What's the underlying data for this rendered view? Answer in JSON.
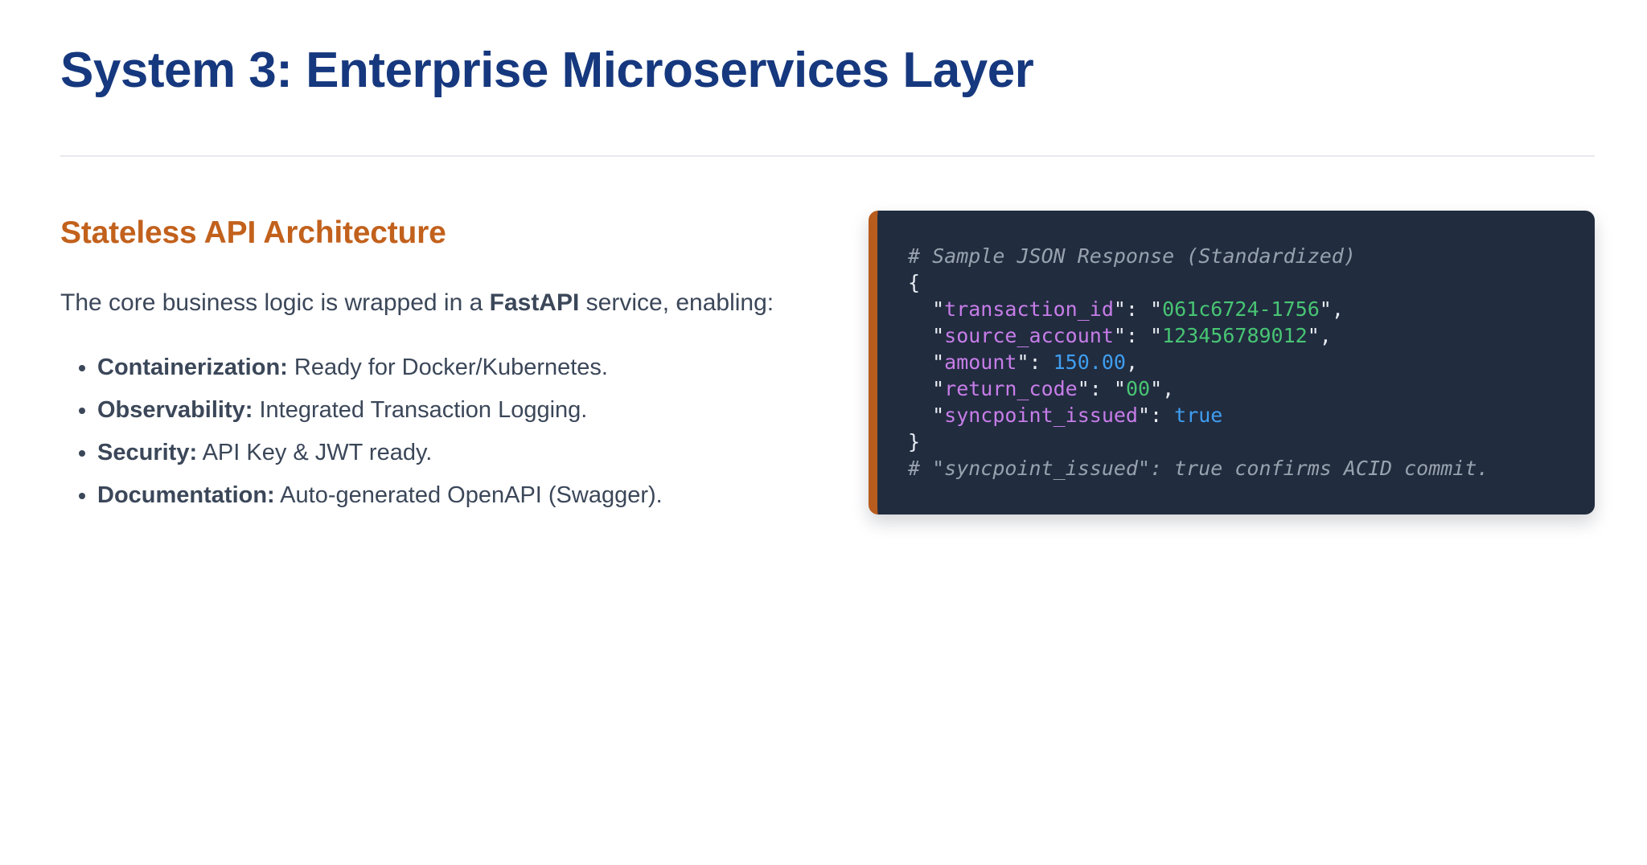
{
  "page": {
    "title": "System 3: Enterprise Microservices Layer"
  },
  "content": {
    "heading": "Stateless API Architecture",
    "intro": {
      "prefix": "The core business logic is wrapped in a ",
      "bold": "FastAPI",
      "suffix": " service, enabling:"
    },
    "bullets": [
      {
        "label": "Containerization:",
        "text": " Ready for Docker/Kubernetes."
      },
      {
        "label": "Observability:",
        "text": " Integrated Transaction Logging."
      },
      {
        "label": "Security:",
        "text": " API Key & JWT ready."
      },
      {
        "label": "Documentation:",
        "text": " Auto-generated OpenAPI (Swagger)."
      }
    ]
  },
  "code": {
    "lines": [
      [
        [
          "comment",
          "# Sample JSON Response (Standardized)"
        ]
      ],
      [
        [
          "punct",
          "{"
        ]
      ],
      [
        [
          "punct",
          "  \""
        ],
        [
          "key",
          "transaction_id"
        ],
        [
          "punct",
          "\": \""
        ],
        [
          "string",
          "061c6724-1756"
        ],
        [
          "punct",
          "\","
        ]
      ],
      [
        [
          "punct",
          "  \""
        ],
        [
          "key",
          "source_account"
        ],
        [
          "punct",
          "\": \""
        ],
        [
          "string",
          "123456789012"
        ],
        [
          "punct",
          "\","
        ]
      ],
      [
        [
          "punct",
          "  \""
        ],
        [
          "key",
          "amount"
        ],
        [
          "punct",
          "\": "
        ],
        [
          "number",
          "150.00"
        ],
        [
          "punct",
          ","
        ]
      ],
      [
        [
          "punct",
          "  \""
        ],
        [
          "key",
          "return_code"
        ],
        [
          "punct",
          "\": \""
        ],
        [
          "string",
          "00"
        ],
        [
          "punct",
          "\","
        ]
      ],
      [
        [
          "punct",
          "  \""
        ],
        [
          "key",
          "syncpoint_issued"
        ],
        [
          "punct",
          "\": "
        ],
        [
          "boolean",
          "true"
        ]
      ],
      [
        [
          "punct",
          "}"
        ]
      ],
      [
        [
          "comment",
          "# \"syncpoint_issued\": true confirms ACID commit."
        ]
      ]
    ]
  },
  "colors": {
    "title_navy": "#16387e",
    "accent_orange": "#c2611c",
    "body_text": "#3b4759",
    "divider": "#e6e8ee",
    "code_background": "#212c3f",
    "code_border_orange": "#b85c1d",
    "token_comment": "#98a2ae",
    "token_punctuation": "#e8ecf2",
    "token_key": "#c77de8",
    "token_string": "#48c573",
    "token_number_boolean": "#3f9ef0"
  }
}
